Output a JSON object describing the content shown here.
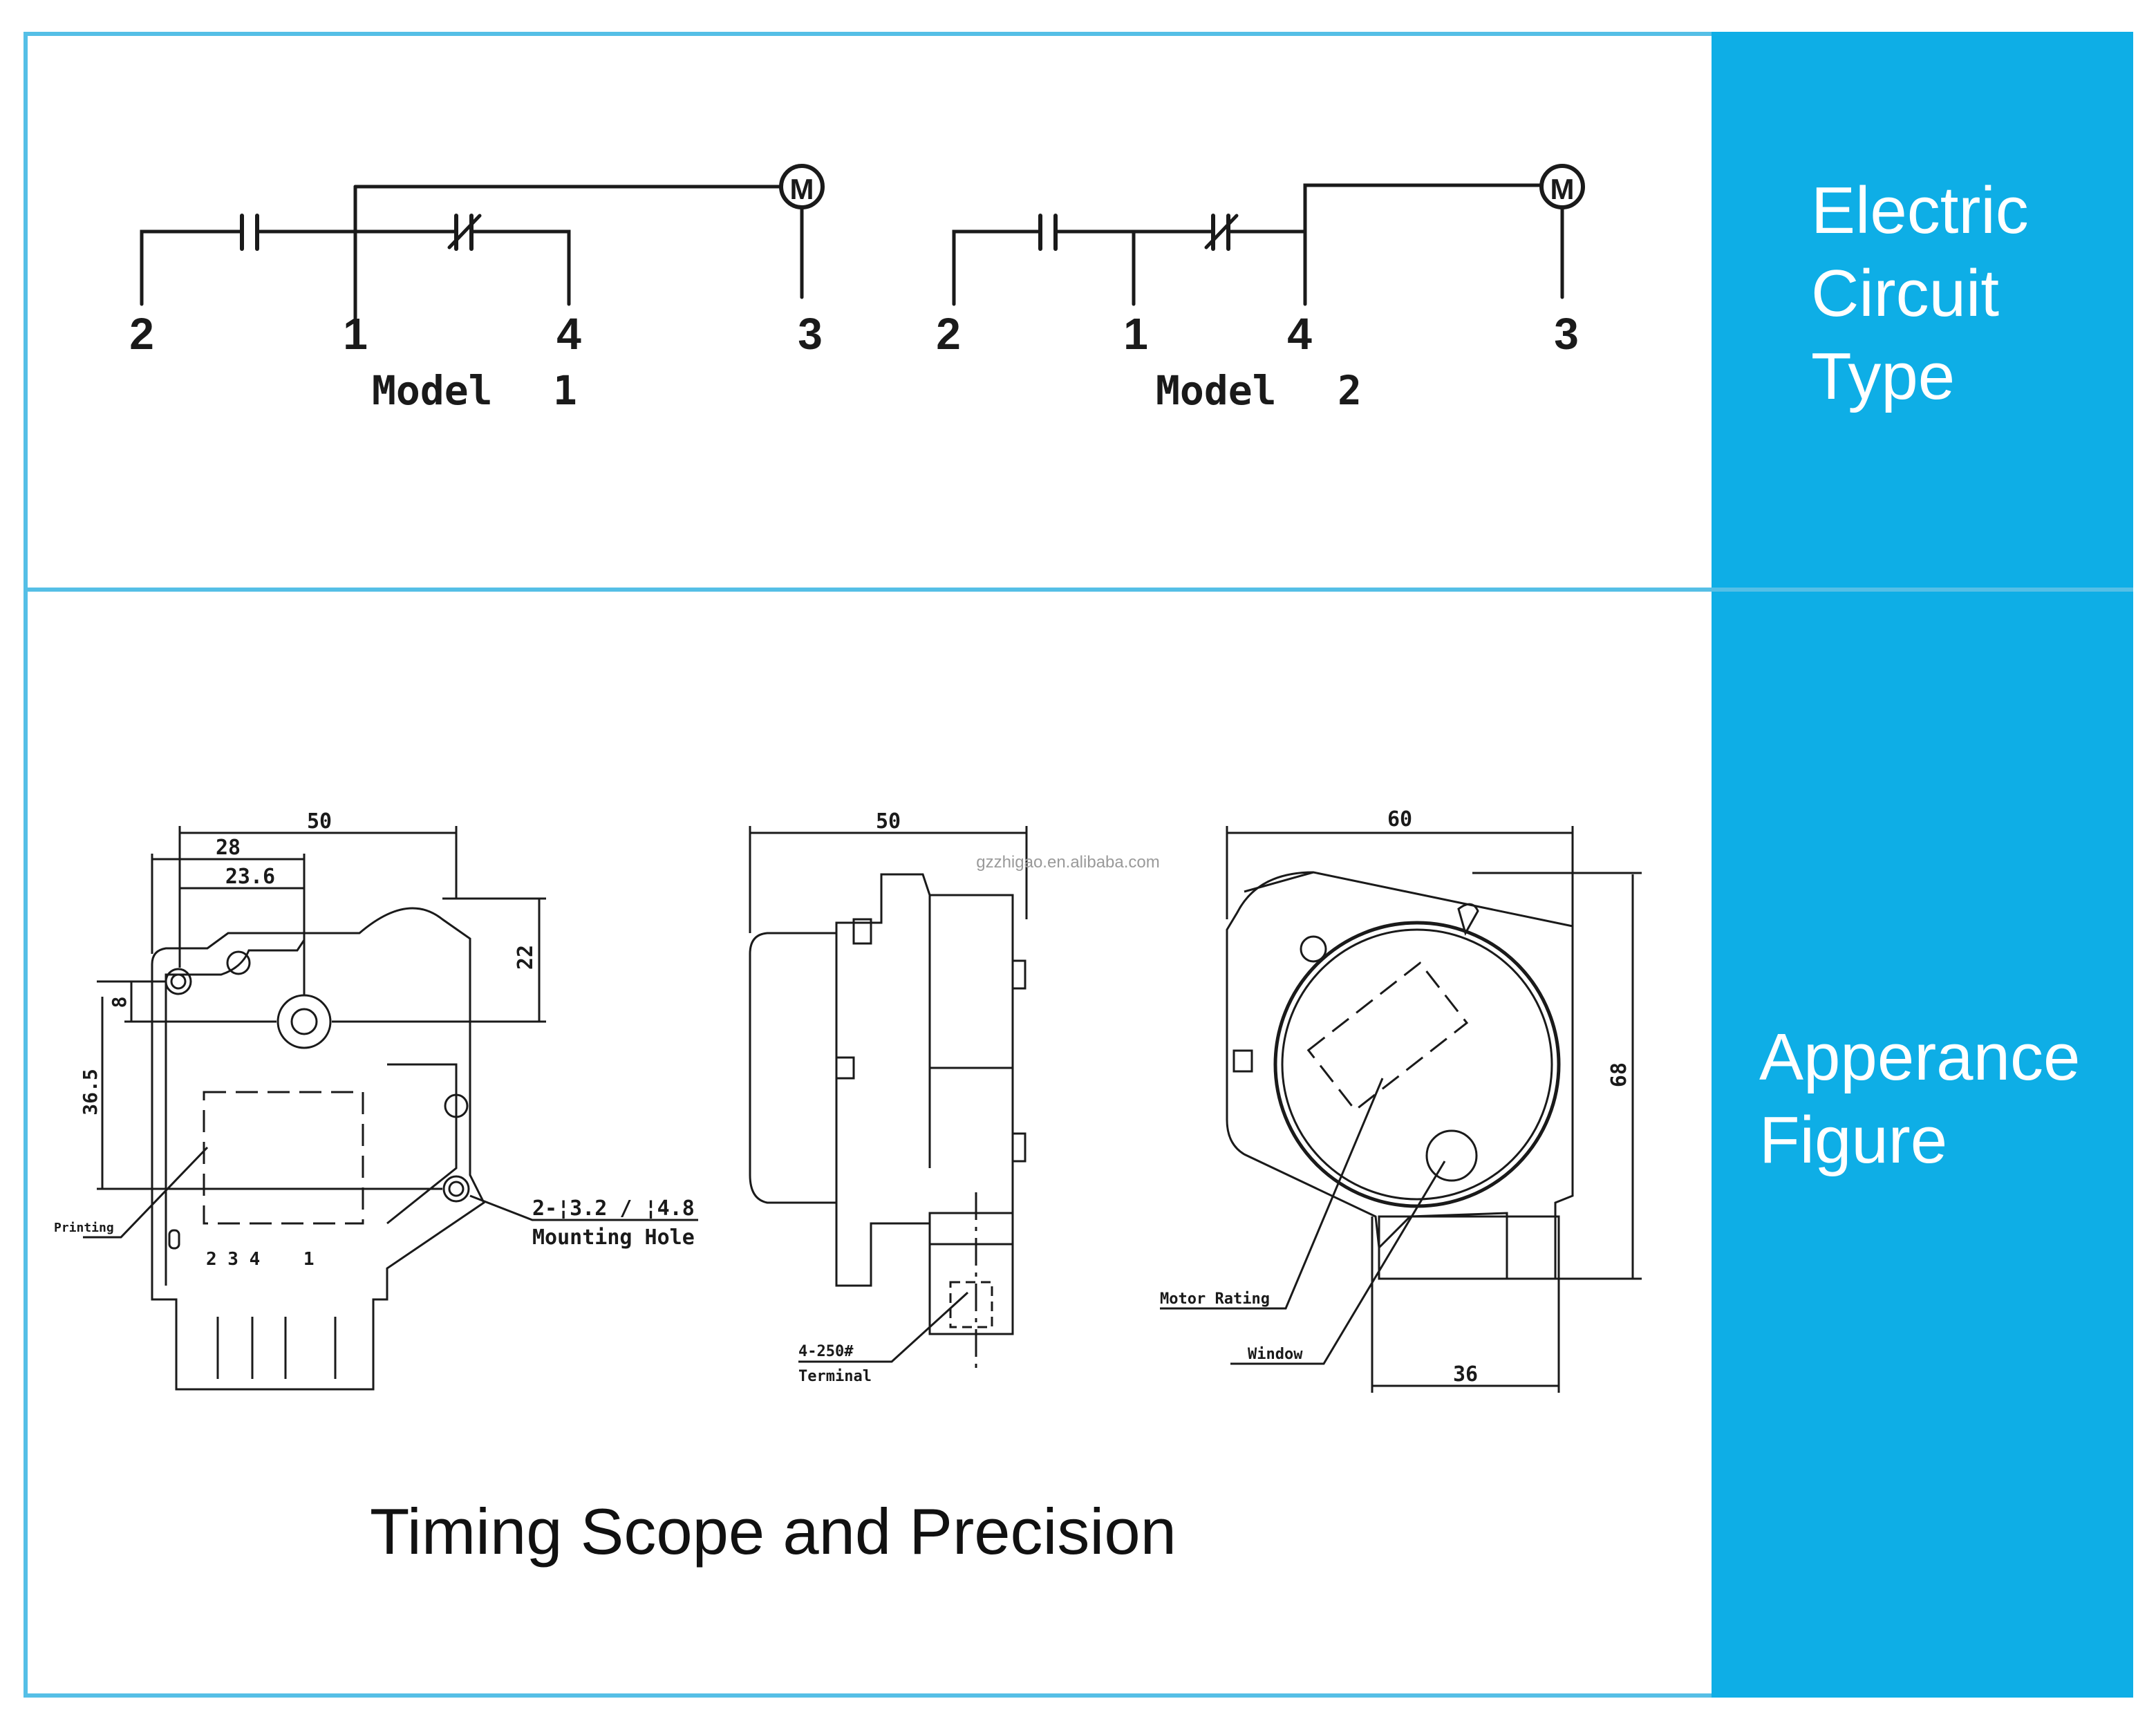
{
  "sections": {
    "electric_circuit": {
      "title_lines": [
        "Electric",
        "Circuit",
        "Type"
      ]
    },
    "appearance": {
      "title_lines": [
        "Apperance",
        "Figure"
      ]
    }
  },
  "circuit": {
    "model1": {
      "label": "Model",
      "number": "1",
      "terminals": [
        "2",
        "1",
        "4",
        "3"
      ],
      "motor": "M"
    },
    "model2": {
      "label": "Model",
      "number": "2",
      "terminals": [
        "2",
        "1",
        "4",
        "3"
      ],
      "motor": "M"
    }
  },
  "views": {
    "front": {
      "dim_50": "50",
      "dim_28": "28",
      "dim_23_6": "23.6",
      "dim_22": "22",
      "dim_8": "8",
      "dim_36_5": "36.5",
      "printing": "Printing",
      "hole_spec": "2-¦3.2 / ¦4.8",
      "mounting_hole": "Mounting Hole",
      "terminal_numbers": "2 3 4    1"
    },
    "side": {
      "dim_50": "50",
      "terminal_spec": "4-250#",
      "terminal": "Terminal"
    },
    "back": {
      "dim_60": "60",
      "dim_68": "68",
      "dim_36": "36",
      "motor_rating": "Motor Rating",
      "window": "Window"
    }
  },
  "watermark": "gzzhigao.en.alibaba.com",
  "timing_heading": "Timing Scope and Precision",
  "colors": {
    "accent": "#0eaee6",
    "border": "#55bfe6",
    "line": "#1a1a1a"
  }
}
